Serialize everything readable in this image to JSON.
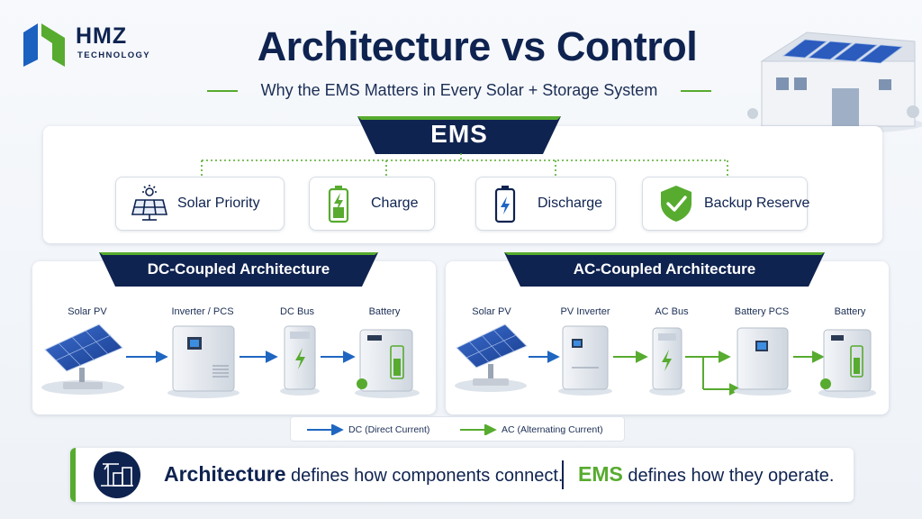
{
  "logo": {
    "name": "HMZ",
    "sub": "TECHNOLOGY"
  },
  "title": "Architecture vs Control",
  "subtitle": "Why the EMS Matters in Every Solar + Storage System",
  "ems": {
    "label": "EMS",
    "modes": [
      {
        "label": "Solar Priority",
        "icon": "solar-panel-icon"
      },
      {
        "label": "Charge",
        "icon": "battery-charge-icon"
      },
      {
        "label": "Discharge",
        "icon": "battery-discharge-icon"
      },
      {
        "label": "Backup Reserve",
        "icon": "shield-check-icon"
      }
    ]
  },
  "dc": {
    "title": "DC-Coupled Architecture",
    "components": [
      "Solar PV",
      "Inverter / PCS",
      "DC Bus",
      "Battery"
    ]
  },
  "ac": {
    "title": "AC-Coupled Architecture",
    "components": [
      "Solar PV",
      "PV Inverter",
      "AC Bus",
      "Battery PCS",
      "Battery"
    ]
  },
  "legend": {
    "dc": "DC (Direct Current)",
    "ac": "AC (Alternating Current)"
  },
  "banner": {
    "part1_strong": "Architecture",
    "part1_rest": " defines how components connect.",
    "part2_strong": "EMS",
    "part2_rest": " defines how they operate."
  },
  "colors": {
    "navy": "#0f2350",
    "green": "#57ab2f",
    "dc_arrow": "#1f66c1",
    "ac_arrow": "#57ab2f"
  }
}
